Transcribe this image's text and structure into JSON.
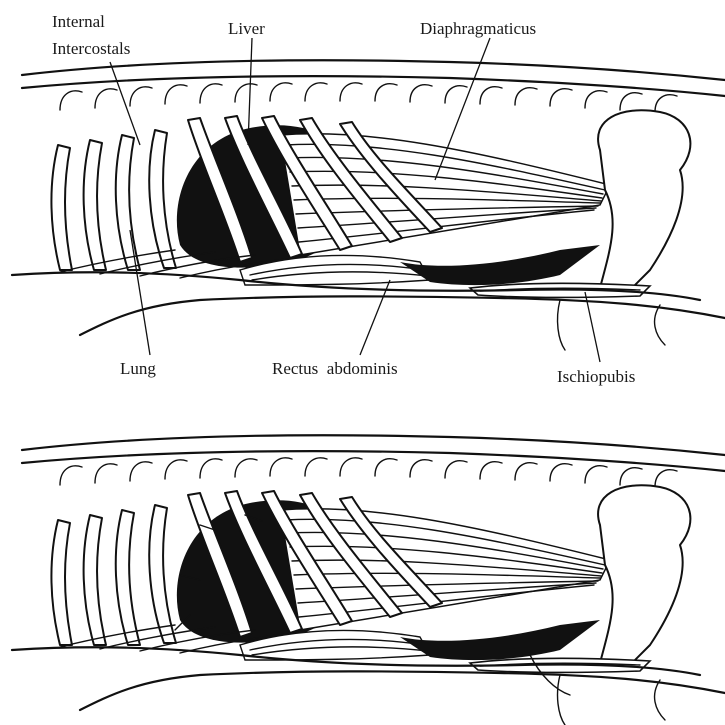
{
  "labels": {
    "internal_intercostals_line1": "Internal",
    "internal_intercostals_line2": "Intercostals",
    "liver": "Liver",
    "diaphragmaticus": "Diaphragmaticus",
    "lung": "Lung",
    "rectus_abdominis": "Rectus  abdominis",
    "ischiopubis": "Ischiopubis"
  },
  "panels": [
    "top-panel",
    "bottom-panel"
  ],
  "colors": {
    "ink": "#111111",
    "paper": "#ffffff"
  }
}
